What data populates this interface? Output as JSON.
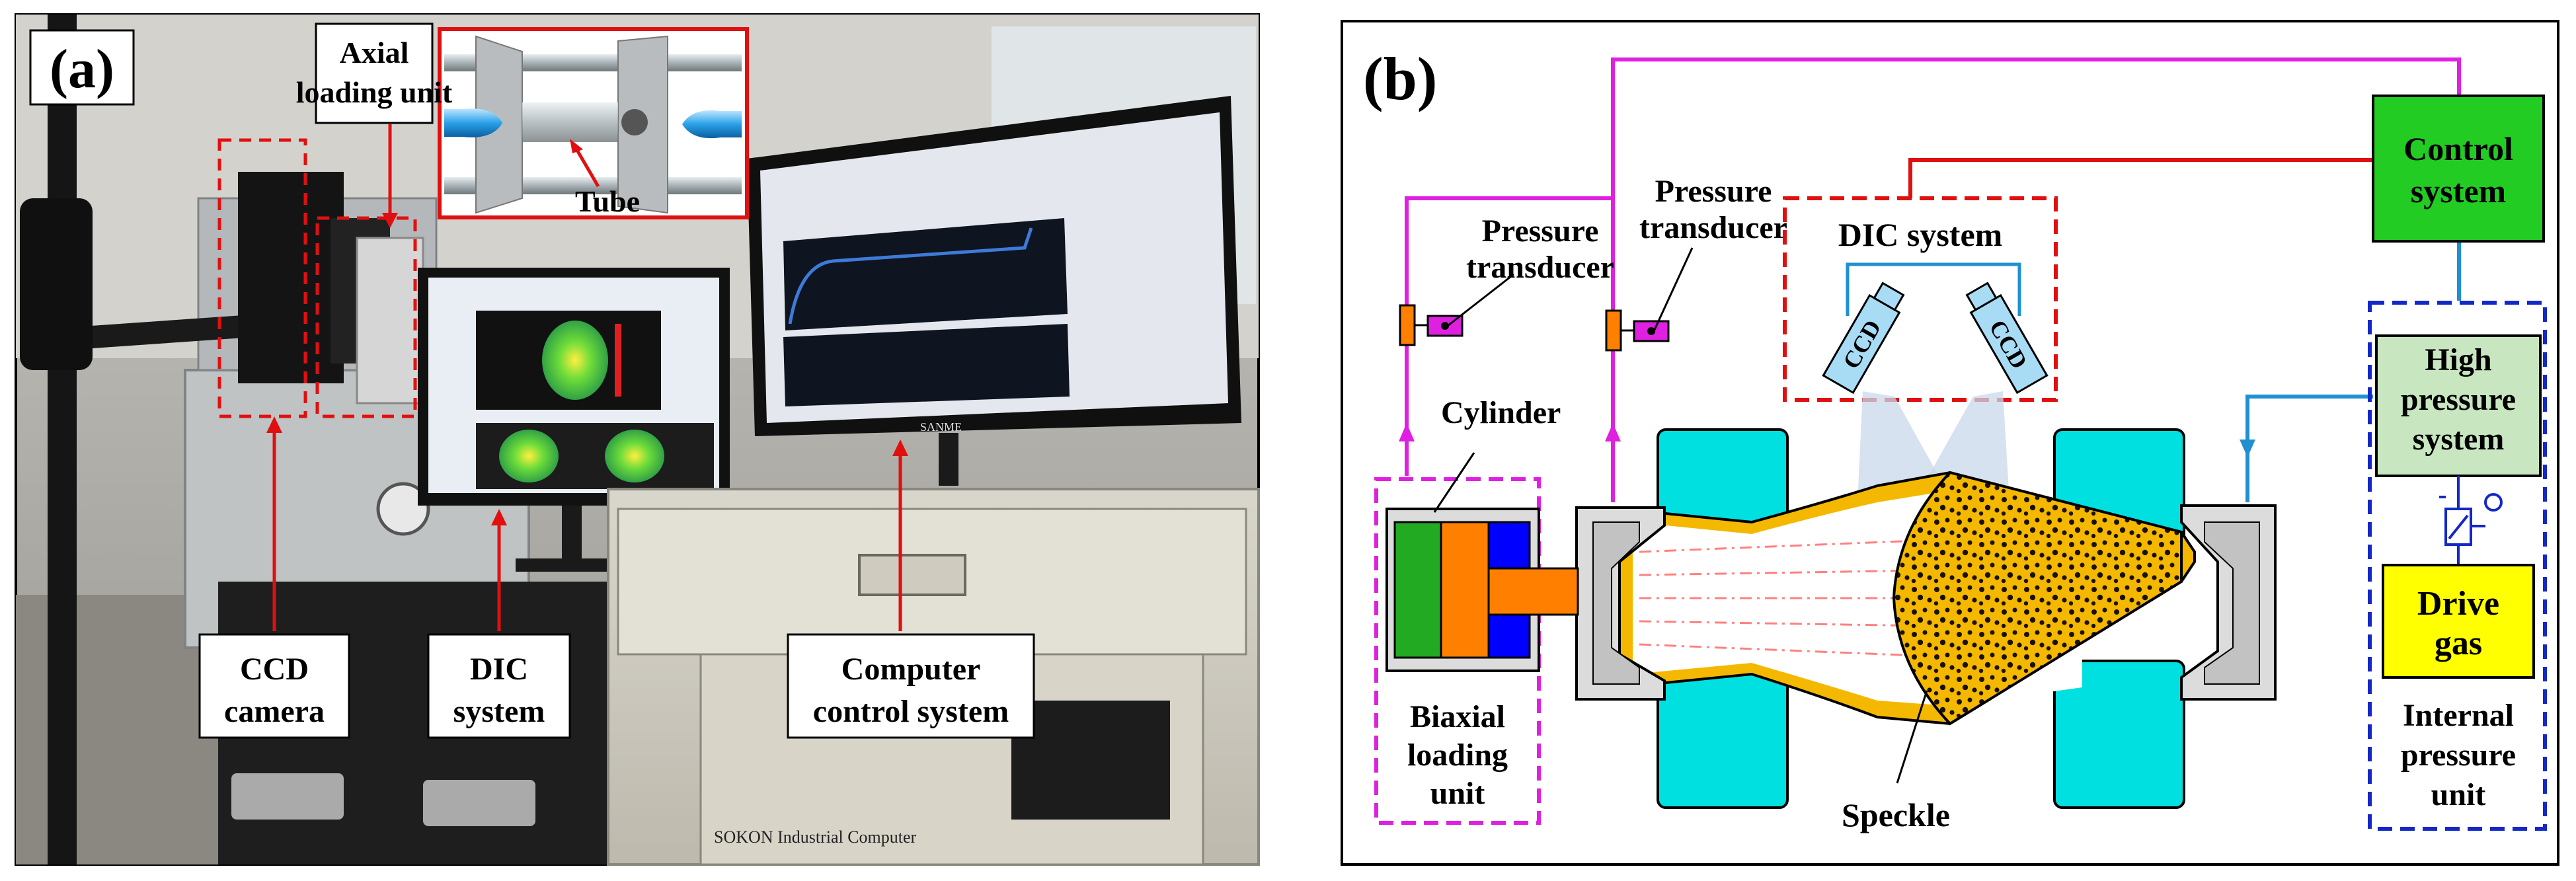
{
  "panel_a": {
    "letter": "(a)",
    "labels": {
      "axial_loading_unit": [
        "Axial",
        "loading unit"
      ],
      "tube": "Tube",
      "ccd_camera": [
        "CCD",
        "camera"
      ],
      "dic_system": [
        "DIC",
        "system"
      ],
      "computer_control_system": [
        "Computer",
        "control system"
      ]
    },
    "monitor_brand": "SANME",
    "computer_case_text": "SOKON Industrial Computer"
  },
  "panel_b": {
    "letter": "(b)",
    "labels": {
      "control_system": [
        "Control",
        "system"
      ],
      "pressure_transducer_left": [
        "Pressure",
        "transducer"
      ],
      "pressure_transducer_right": [
        "Pressure",
        "transducer"
      ],
      "dic_system": "DIC system",
      "ccd_left": "CCD",
      "ccd_right": "CCD",
      "cylinder": "Cylinder",
      "high_pressure_system": [
        "High",
        "pressure",
        "system"
      ],
      "drive_gas": [
        "Drive",
        "gas"
      ],
      "biaxial_loading_unit": [
        "Biaxial",
        "loading",
        "unit"
      ],
      "speckle": "Speckle",
      "internal_pressure_unit": [
        "Internal",
        "pressure",
        "unit"
      ]
    },
    "colors": {
      "magenta_line": "#e020e0",
      "red_line": "#e01010",
      "blue_line": "#2090d0",
      "control_box": "#22cc22",
      "high_pressure_box": "#c8e6c0",
      "drive_gas_box": "#ffff00",
      "die_block": "#00e0e0",
      "tube_orange": "#f5b800",
      "piston_green": "#22aa22",
      "piston_orange": "#ff8000",
      "piston_blue": "#0000ff"
    }
  }
}
